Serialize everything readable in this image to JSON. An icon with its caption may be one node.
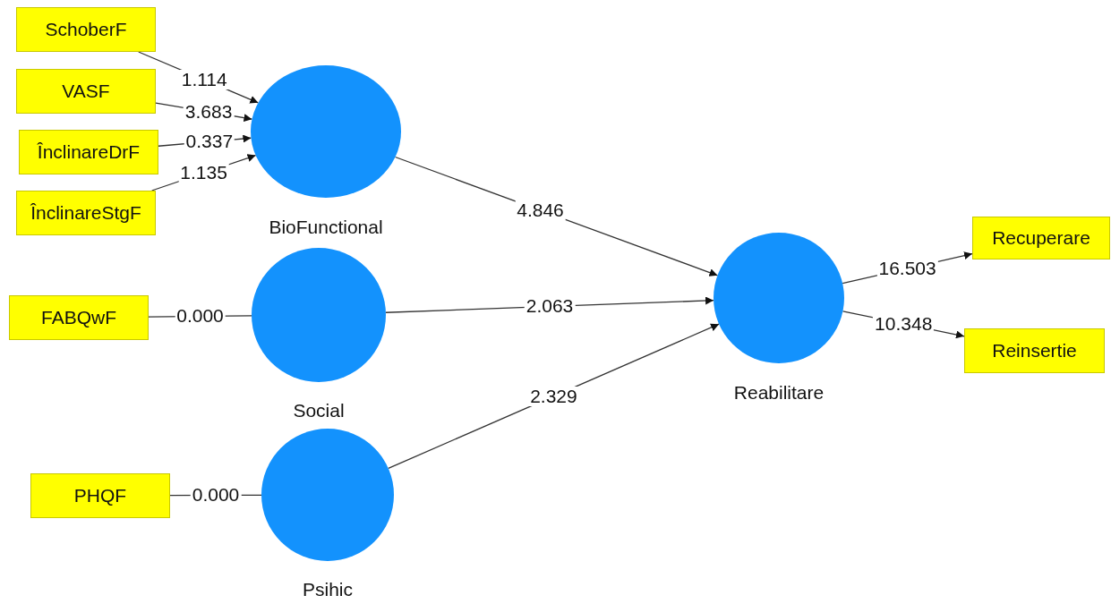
{
  "diagram": {
    "nodes": [
      {
        "text": [
          "SchoberF"
        ]
      },
      {
        "text": [
          "VASF"
        ]
      },
      {
        "text": [
          "ÎnclinareDrF"
        ]
      },
      {
        "text": [
          "ÎnclinareStgF"
        ]
      },
      {
        "text": [
          "BioFunctional"
        ]
      },
      {
        "text": [
          "FABQwF"
        ]
      },
      {
        "text": [
          "Social"
        ]
      },
      {
        "text": [
          "PHQF"
        ]
      },
      {
        "text": [
          "Psihic"
        ]
      },
      {
        "text": [
          "Reabilitare"
        ]
      },
      {
        "text": [
          "Recuperare"
        ]
      },
      {
        "text": [
          "Reinsertie"
        ]
      }
    ],
    "edges": [
      {
        "from": 0,
        "to": 4,
        "arrow": "to",
        "label": "1.114"
      },
      {
        "from": 1,
        "to": 4,
        "arrow": "to",
        "label": "3.683"
      },
      {
        "from": 2,
        "to": 4,
        "arrow": "to",
        "label": "0.337"
      },
      {
        "from": 3,
        "to": 4,
        "arrow": "to",
        "label": "1.135"
      },
      {
        "from": 5,
        "to": 6,
        "arrow": "none",
        "label": "0.000"
      },
      {
        "from": 7,
        "to": 8,
        "arrow": "none",
        "label": "0.000"
      },
      {
        "from": 4,
        "to": 9,
        "arrow": "to",
        "label": "4.846"
      },
      {
        "from": 6,
        "to": 9,
        "arrow": "to",
        "label": "2.063"
      },
      {
        "from": 8,
        "to": 9,
        "arrow": "to",
        "label": "2.329"
      },
      {
        "from": 9,
        "to": 10,
        "arrow": "to",
        "label": "16.503"
      },
      {
        "from": 9,
        "to": 11,
        "arrow": "to",
        "label": "10.348"
      }
    ]
  }
}
